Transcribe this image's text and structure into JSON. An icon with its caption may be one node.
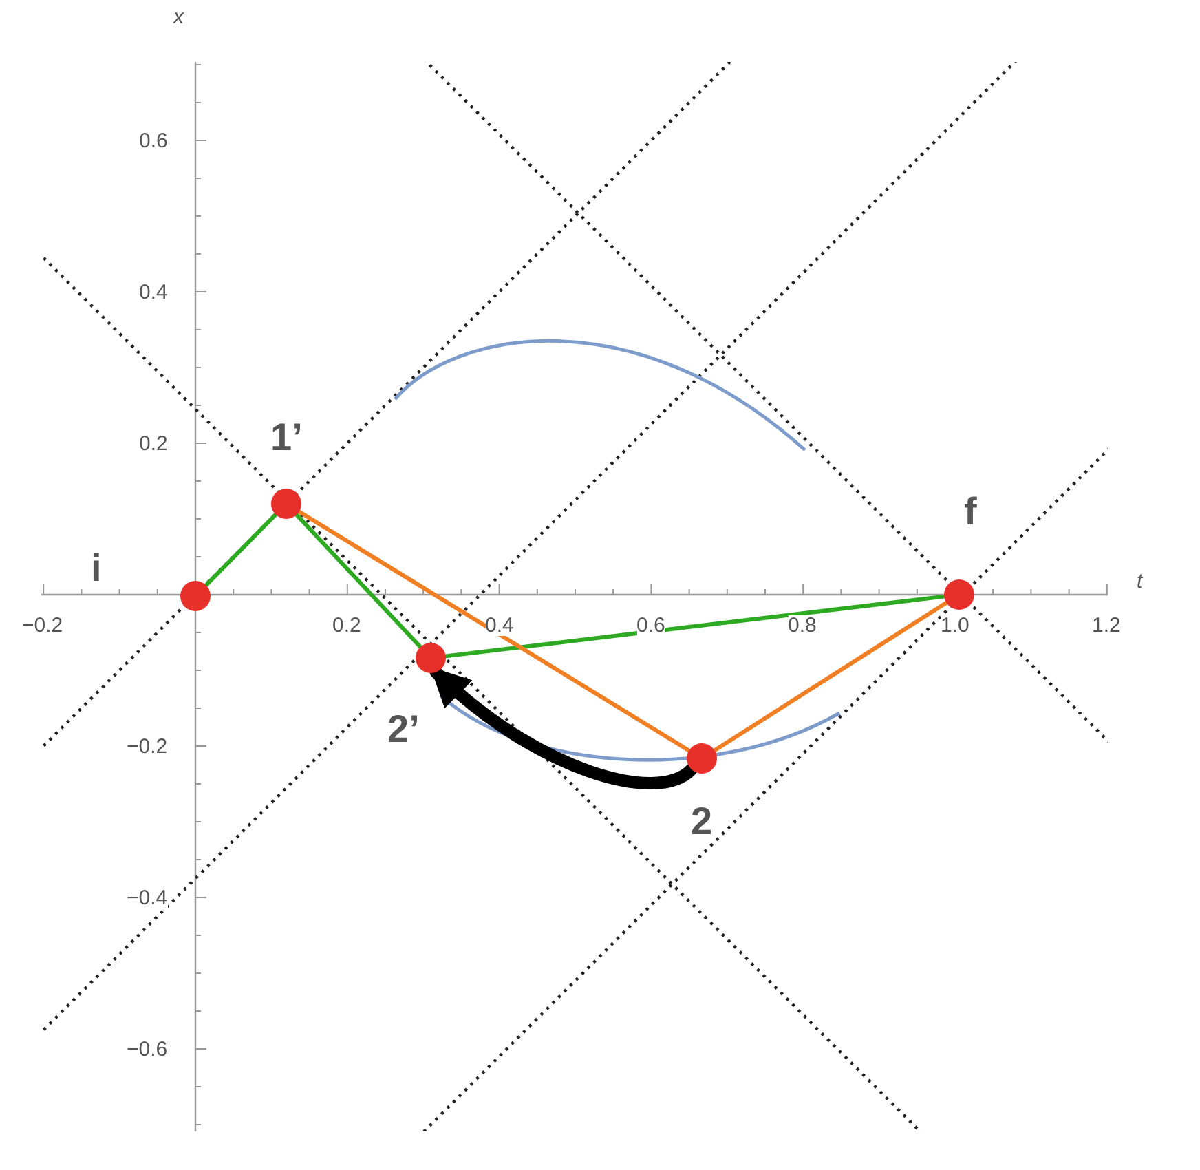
{
  "diagram": {
    "nodes": [
      {
        "text": [],
        "shape": "circle",
        "beside": [
          "i"
        ]
      },
      {
        "text": [],
        "shape": "circle",
        "beside": [
          "1’"
        ]
      },
      {
        "text": [],
        "shape": "circle",
        "beside": [
          "2’"
        ]
      },
      {
        "text": [],
        "shape": "circle",
        "beside": [
          "2"
        ]
      },
      {
        "text": [],
        "shape": "circle",
        "beside": [
          "f"
        ]
      }
    ],
    "edges": [
      {
        "from": 0,
        "to": 1,
        "arrow": "none"
      },
      {
        "from": 1,
        "to": 2,
        "arrow": "none"
      },
      {
        "from": 2,
        "to": 4,
        "arrow": "none"
      },
      {
        "from": 1,
        "to": 3,
        "arrow": "none",
        "color": "#f07e22"
      },
      {
        "from": 3,
        "to": 4,
        "arrow": "none",
        "color": "#f07e22"
      },
      {
        "from": 3,
        "to": 2,
        "arrow": "to",
        "style": "thick",
        "color": "#000000"
      }
    ],
    "labels": [
      "x",
      "0.6",
      "0.4",
      "0.2",
      "t",
      "−0.2",
      "0.2",
      "0.4",
      "0.6",
      "0.8",
      "1.0",
      "1.2",
      "−0.2",
      "−0.4",
      "−0.6"
    ]
  }
}
